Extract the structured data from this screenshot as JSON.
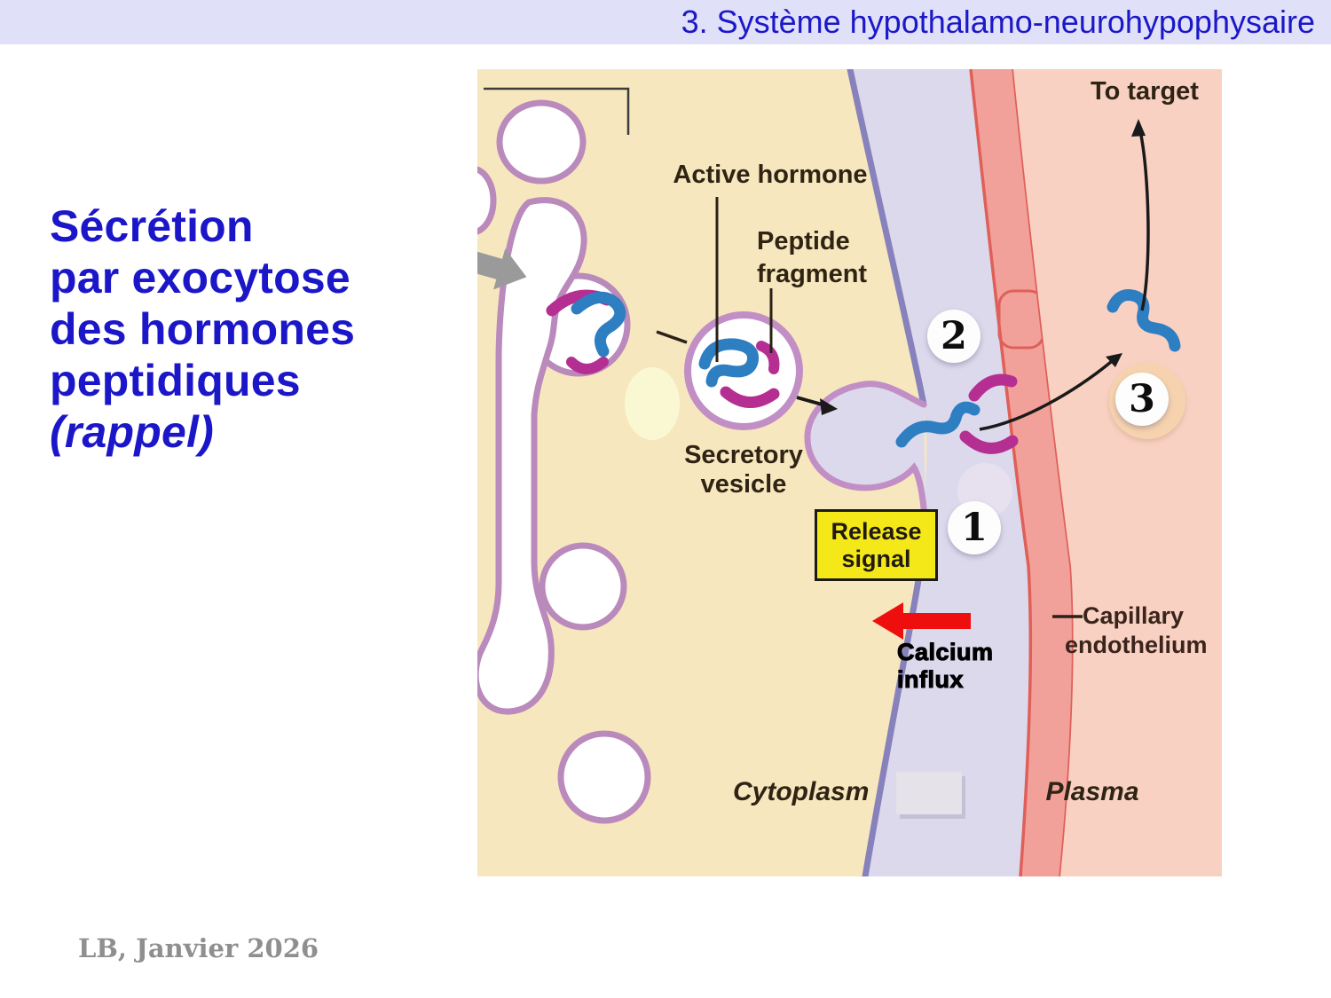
{
  "header": {
    "title": "3. Système hypothalamo-neurohypophysaire"
  },
  "title": {
    "lines": [
      "Sécrétion",
      "par exocytose",
      "des hormones",
      "peptidiques",
      "(rappel)"
    ]
  },
  "figure": {
    "labels": {
      "active_hormone": "Active hormone",
      "peptide_line1": "Peptide",
      "peptide_line2": "fragment",
      "secretory_line1": "Secretory",
      "secretory_line2": "vesicle",
      "release_line1": "Release",
      "release_line2": "signal",
      "calcium_line1": "Calcium",
      "calcium_line2": "influx",
      "capillary_line1": "Capillary",
      "capillary_line2": "endothelium",
      "to_target": "To target",
      "cytoplasm": "Cytoplasm",
      "plasma": "Plasma"
    },
    "steps": {
      "one": "1",
      "two": "2",
      "three": "3"
    },
    "colors": {
      "cytoplasm_bg": "#F7E7BE",
      "extracellular_bg": "#DCD9EC",
      "membrane": "#8781BC",
      "golgi_outline": "#B98ABB",
      "vesicle_outline": "#C18FC5",
      "capillary_fill": "#F1A19A",
      "capillary_edge": "#DF6059",
      "plasma_bg": "#F9D1C3",
      "hormone_blue": "#2E7EC2",
      "fragment_magenta": "#B52F92",
      "release_box_yellow": "#F5E818",
      "calcium_arrow_red": "#EE0E0E",
      "header_bg": "#E0E0F8",
      "accent_blue_text": "#1B16C8"
    }
  },
  "footer": {
    "credit": "LB, Janvier 2026"
  }
}
